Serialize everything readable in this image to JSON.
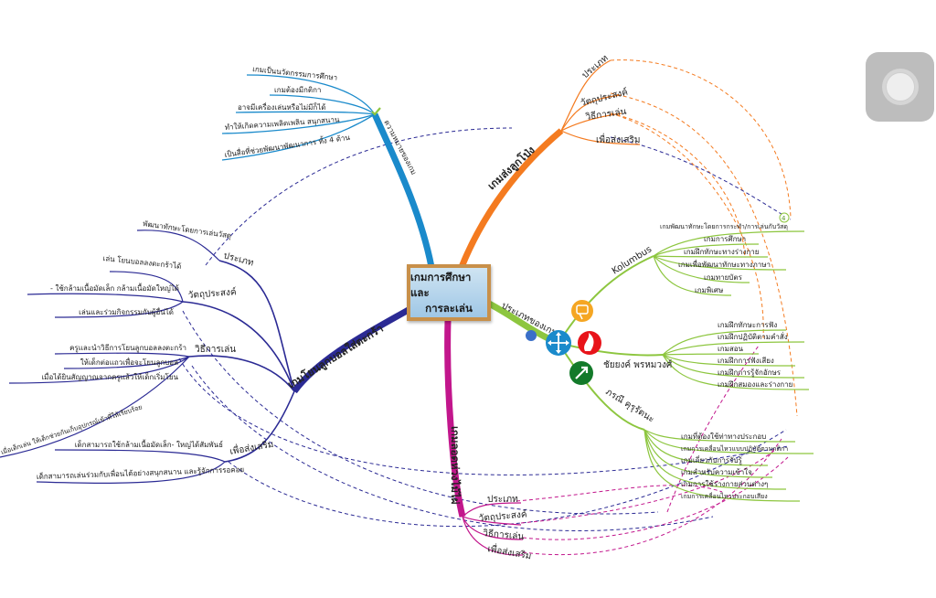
{
  "center": {
    "line1": "เกมการศึกษาและ",
    "line2": "การละเล่น"
  },
  "colors": {
    "meaning": "#1a8acb",
    "balloon": "#f47b20",
    "basket": "#2b2a94",
    "hoop": "#c2168c",
    "types": "#8dc63f"
  },
  "meaning": {
    "label": "ความหมายของเกม",
    "items": [
      "เกมเป็นนวัตกรรมการศึกษา",
      "เกมต้องมีกติกา",
      "อาจมีเครื่องเล่นหรือไม่มีก็ได้",
      "ทำให้เกิดความเพลิดเพลิน สนุกสนาน",
      "เป็นสื่อที่ช่วยพัฒนาพัฒนาการ ทั้ง 4 ด้าน"
    ]
  },
  "balloon": {
    "label": "เกมส่งลูกโป่ง",
    "items": [
      "ประเภท",
      "วัตถุประสงค์",
      "วิธีการเล่น",
      "เพื่อส่งเสริม"
    ],
    "badge": "4"
  },
  "basket": {
    "label": "เกมโยนลูกบอลใส่ตะกร้า",
    "type": {
      "label": "ประเภท",
      "items": [
        "พัฒนาทักษะโดยการเล่นวัสดุ"
      ]
    },
    "objective": {
      "label": "วัตถุประสงค์",
      "items": [
        "เล่น โยนบอลลงตะกร้าได้",
        "- ใช้กล้ามเนื้อมัดเล็ก กล้ามเนื้อมัดใหญ่ได้",
        "เล่นและร่วมกิจกรรมกับผู้อื่นได้"
      ]
    },
    "howto": {
      "label": "วิธีการเล่น",
      "items": [
        "ครูและนำวิธีการโยนลูกบอลลงตะกร้า",
        "ให้เด็กต่อแถวเพื่อจะโยนลูกบอล",
        "เมื่อได้ยินสัญญาณจากครูแล้วให้เด็กเริ่มโยน",
        "เมื่อเด็กเล่น ให้เด็กช่วยกันเก็บอุปกรณ์เข้าที่ให้เรียบร้อย"
      ]
    },
    "promote": {
      "label": "เพื่อส่งเสริม",
      "items": [
        "เด็กสามารถใช้กล้ามเนื้อมัดเล็ก- ใหญ่ได้สัมพันธ์",
        "เด็กสามารถเล่นร่วมกับเพื่อนได้อย่างสนุกสนาน และรู้จักการรอคอย"
      ]
    }
  },
  "hoop": {
    "label": "เกมลอดห่วงไม้ไผ่",
    "items": [
      "ประเภท",
      "วัตถุประสงค์",
      "วิธีการเล่น",
      "เพื่อส่งเสริม"
    ]
  },
  "types": {
    "label": "ประเภทของเกม",
    "kolumbus": {
      "label": "Kolumbus",
      "items": [
        "เกมพัฒนาทักษะโดยการกระทำ/การเล่นกับวัสดุ",
        "เกมการศึกษา",
        "เกมฝึกทักษะทางร่างกาย",
        "เกมเพื่อพัฒนาทักษะทางภาษา",
        "เกมทายบัตร",
        "เกมพิเศษ"
      ]
    },
    "chaiyong": {
      "label": "ชัยยงค์ พรหมวงศ์",
      "items": [
        "เกมฝึกทักษะการฟัง",
        "เกมฝึกปฏิบัติตามคำสั่ง",
        "เกมสอน",
        "เกมฝึกการฟังเสียง",
        "เกมฝึกการรู้จักอักษร",
        "เกมฝึกสมองและร่างกาย"
      ]
    },
    "pharani": {
      "label": "ภรณี คุรุรัตนะ",
      "items": [
        "เกมที่ต้องใช้ท่าทางประกอบ",
        "เกมการเคลื่อนไหวแบบปฏิบัติตามกติกา",
        "เกมเกี่ยวกับการรับรู้",
        "เกมสำหรับความเข้าใจ",
        "เกมการใช้ร่างกายส่วนต่างๆ",
        "เกมการเคลื่อนไหวประกอบเสียง"
      ]
    }
  }
}
